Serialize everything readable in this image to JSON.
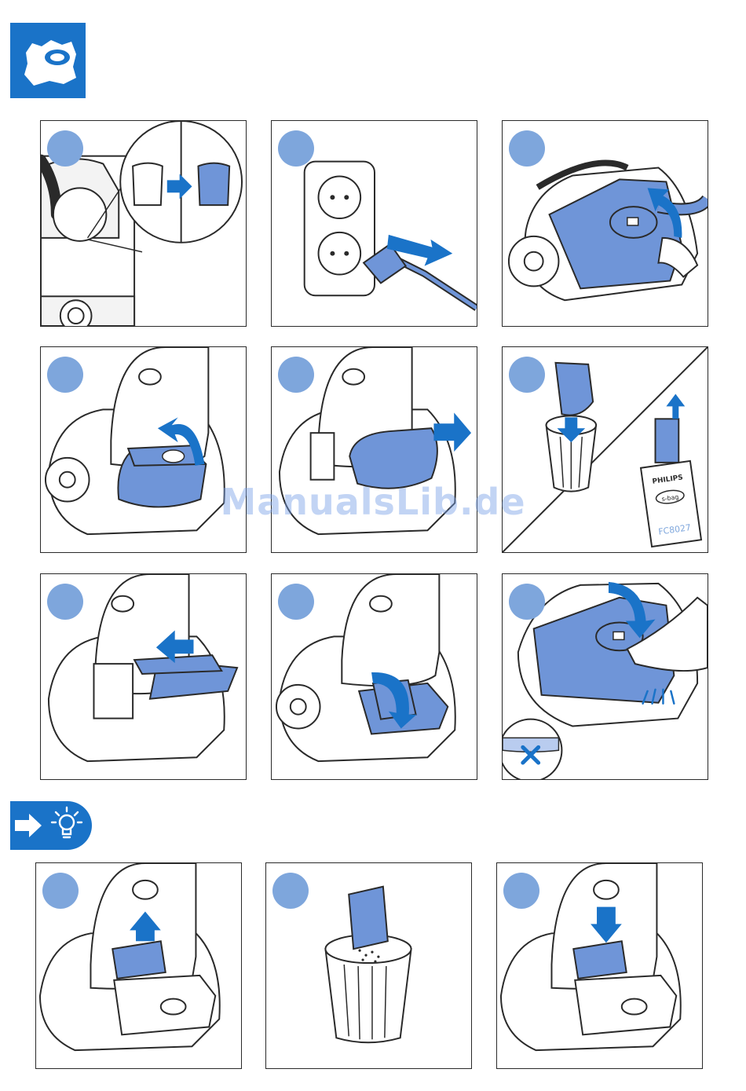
{
  "colors": {
    "accent": "#1a73c8",
    "bag_blue": "#6f95d8",
    "step_dot": "#7ea6dc",
    "line": "#2a2a2a"
  },
  "header": {
    "icon": "dust-bag-icon"
  },
  "tip": {
    "icons": [
      "arrow-right-icon",
      "light-bulb-icon"
    ]
  },
  "packaging": {
    "brand": "PHILIPS",
    "logo": "s-bag",
    "model": "FC8027"
  },
  "watermark": "ManualsLib.de"
}
